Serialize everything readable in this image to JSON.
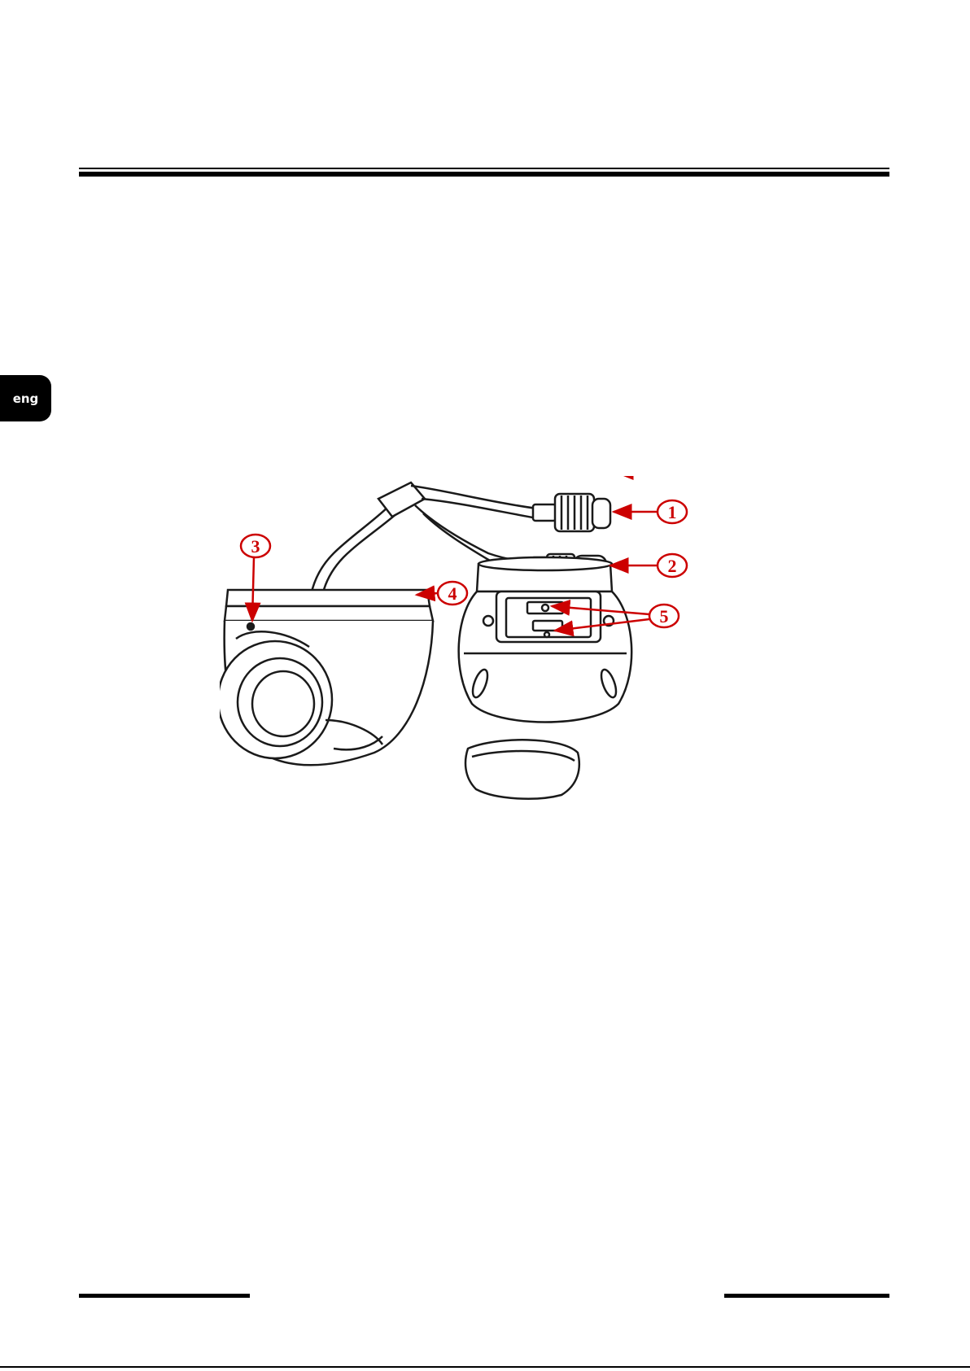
{
  "sidebar": {
    "language_tab": "eng"
  },
  "figure": {
    "callouts": [
      {
        "number": "1"
      },
      {
        "number": "2"
      },
      {
        "number": "3"
      },
      {
        "number": "4"
      },
      {
        "number": "5"
      }
    ],
    "colors": {
      "callout": "#cc0000",
      "line_art": "#1a1a1a"
    }
  }
}
